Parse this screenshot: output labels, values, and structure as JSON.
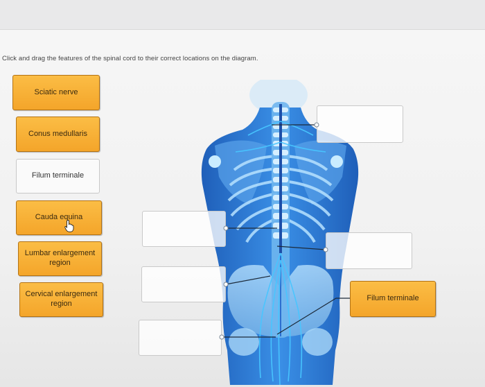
{
  "instructions": "Click and drag the features of the spinal cord to their correct locations on the diagram.",
  "palette": [
    {
      "id": "chip-sciatic",
      "label": "Sciatic nerve",
      "state": "selected"
    },
    {
      "id": "chip-conus",
      "label": "Conus medullaris",
      "state": "selected"
    },
    {
      "id": "chip-filum",
      "label": "Filum terminale",
      "state": "placed"
    },
    {
      "id": "chip-cauda",
      "label": "Cauda equina",
      "state": "selected"
    },
    {
      "id": "chip-lumbar",
      "label": "Lumbar enlargement region",
      "state": "selected"
    },
    {
      "id": "chip-cervical",
      "label": "Cervical enlargement region",
      "state": "selected"
    }
  ],
  "placed_label": "Filum terminale",
  "colors": {
    "chip_orange": "#f4a52a",
    "chip_border": "#b27214",
    "body_blue": "#2f7ad8",
    "nerve_cyan": "#48c6ff"
  },
  "icons": {
    "cursor": "hand-pointer-icon"
  }
}
